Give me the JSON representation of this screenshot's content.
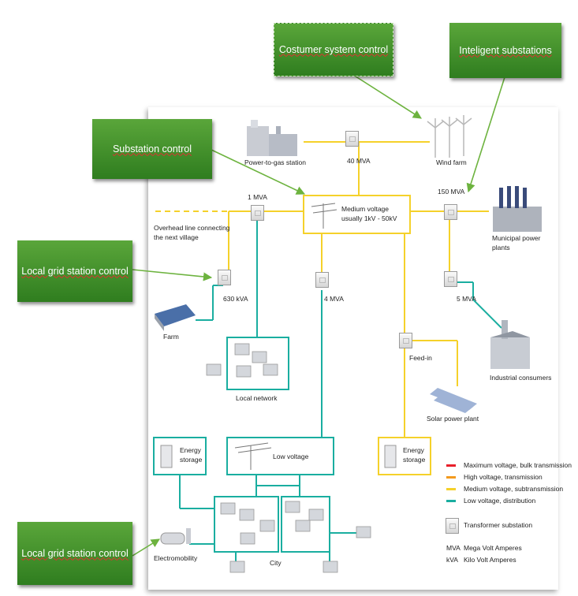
{
  "callouts": {
    "customer": "Costumer system control",
    "intelligent": "Inteligent substations",
    "substation": "Substation control",
    "local1": "Local grid station control",
    "local2": "Local grid station control"
  },
  "diagram": {
    "power_to_gas": "Power-to-gas station",
    "mva40": "40 MVA",
    "wind_farm": "Wind farm",
    "mva1": "1 MVA",
    "mva150": "150 MVA",
    "medium_voltage": "Medium voltage",
    "medium_voltage_range": "usually 1kV - 50kV",
    "overhead_line": "Overhead line connecting",
    "overhead_line2": "the next village",
    "municipal1": "Municipal power",
    "municipal2": "plants",
    "kva630": "630 kVA",
    "mva4": "4 MVA",
    "mva5": "5 MVA",
    "farm": "Farm",
    "feed_in": "Feed-in",
    "industrial": "Industrial consumers",
    "local_network": "Local network",
    "solar": "Solar power plant",
    "energy_storage_1a": "Energy",
    "energy_storage_1b": "storage",
    "low_voltage": "Low voltage",
    "energy_storage_2a": "Energy",
    "energy_storage_2b": "storage",
    "electromobility": "Electromobility",
    "city": "City"
  },
  "legend": {
    "items": [
      {
        "label": "Maximum voltage, bulk transmission",
        "color": "#e8202a"
      },
      {
        "label": "High voltage, transmission",
        "color": "#f39a1e"
      },
      {
        "label": "Medium voltage, subtransmission",
        "color": "#f5d12a"
      },
      {
        "label": "Low voltage, distribution",
        "color": "#1aaea0"
      }
    ],
    "transformer": "Transformer substation",
    "mva_abbr": "MVA",
    "mva_full": "Mega Volt Amperes",
    "kva_abbr": "kVA",
    "kva_full": "Kilo Volt Amperes"
  },
  "colors": {
    "medium": "#f5d12a",
    "low": "#1aaea0",
    "callout": "#3d8f27",
    "arrow": "#6db33f"
  }
}
